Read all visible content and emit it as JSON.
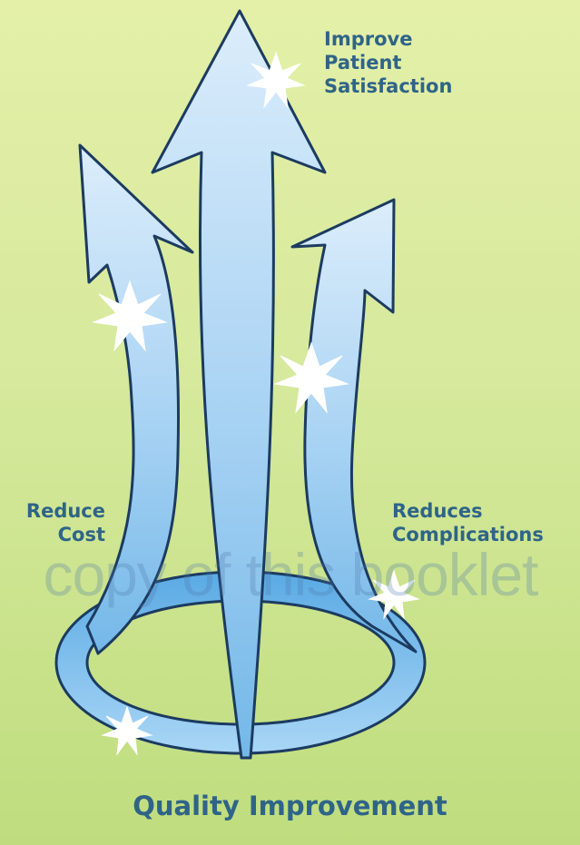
{
  "diagram": {
    "title": "Quality Improvement",
    "outcomes": {
      "top": [
        "Improve",
        "Patient",
        "Satisfaction"
      ],
      "left": [
        "Reduce",
        "Cost"
      ],
      "right": [
        "Reduces",
        "Complications"
      ]
    },
    "watermark": "copy of this booklet"
  },
  "colors": {
    "background_top": "#e4f0a8",
    "background_bottom": "#bfdd7e",
    "arrow_fill_light": "#dcedfb",
    "arrow_fill_dark": "#74b8e8",
    "outline": "#1c3b60",
    "text": "#2f6488"
  }
}
